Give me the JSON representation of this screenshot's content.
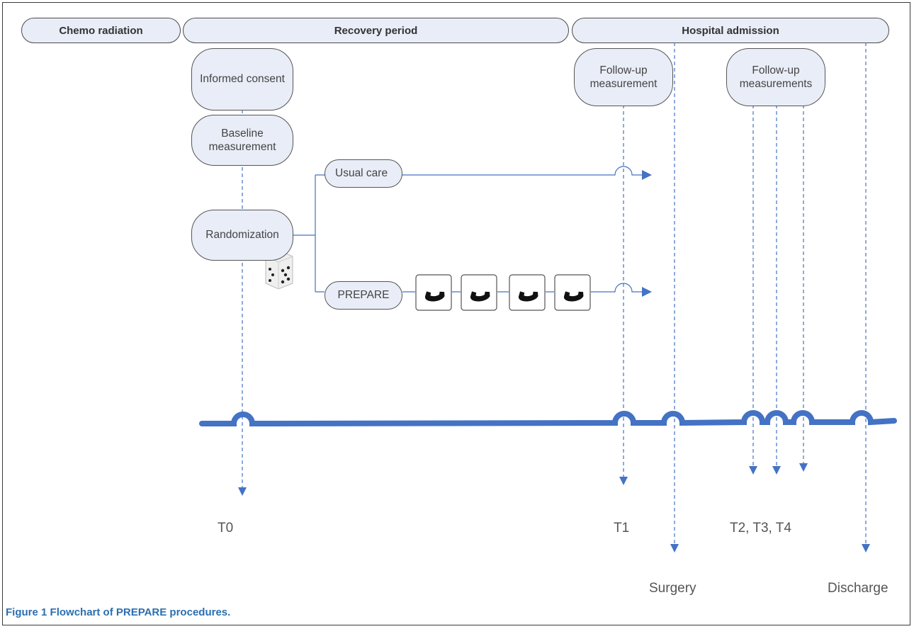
{
  "phases": {
    "chemo": "Chemo radiation",
    "recovery": "Recovery period",
    "hospital": "Hospital admission"
  },
  "nodes": {
    "informed_consent": "Informed consent",
    "baseline_1": "Baseline",
    "baseline_2": "measurement",
    "randomization": "Randomization",
    "usual_care": "Usual care",
    "prepare": "PREPARE",
    "followup1_1": "Follow-up",
    "followup1_2": "measurement",
    "followup2_1": "Follow-up",
    "followup2_2": "measurements"
  },
  "timepoints": {
    "t0": "T0",
    "t1": "T1",
    "t234": "T2, T3, T4",
    "surgery": "Surgery",
    "discharge": "Discharge"
  },
  "caption": {
    "label": "Figure 1",
    "text": "Flowchart of PREPARE procedures."
  },
  "icons": {
    "phone": "phone-icon",
    "dice": "dice-icon"
  },
  "colors": {
    "line_blue": "#4472c4",
    "node_fill": "#e9edf7",
    "caption_blue": "#2b6fb0"
  }
}
